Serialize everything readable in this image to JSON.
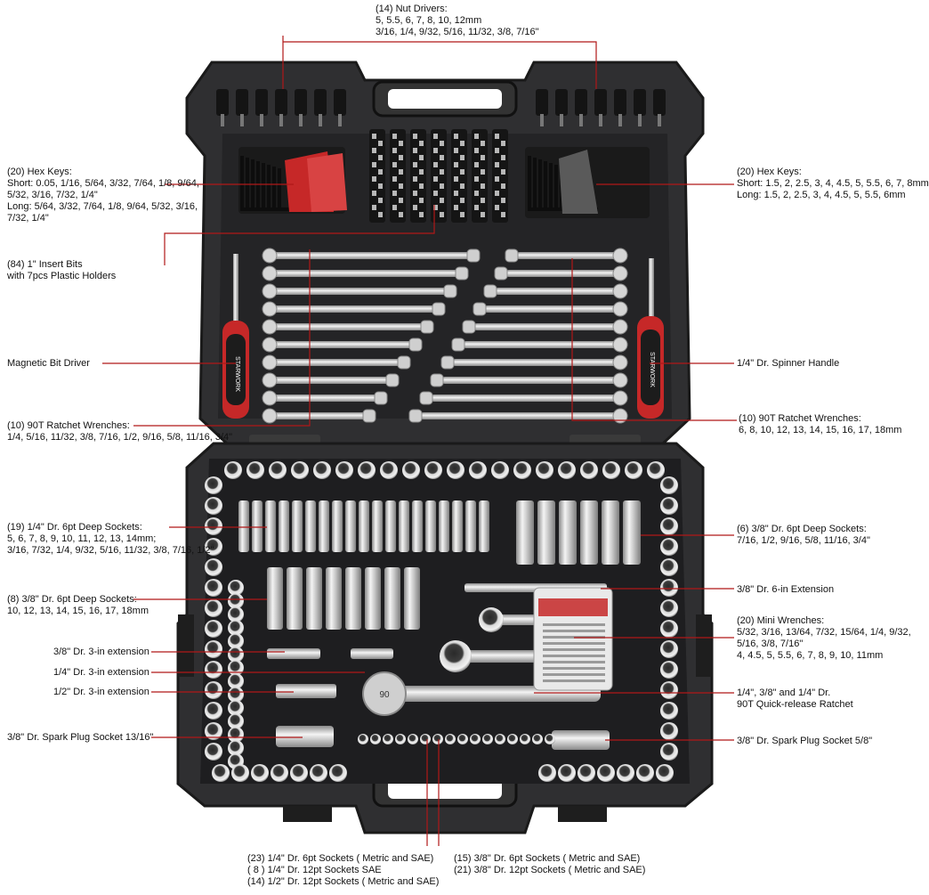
{
  "colors": {
    "case_dark": "#2b2b2d",
    "case_mid": "#3a3a3c",
    "tray": "#1c1c1e",
    "chrome": "#d8d8d8",
    "accent_red": "#c62828",
    "leader_line": "#b01818"
  },
  "labels": {
    "nut_drivers": {
      "title": "(14) Nut Drivers:",
      "line1": "5, 5.5, 6, 7, 8, 10, 12mm",
      "line2": "3/16, 1/4, 9/32, 5/16, 11/32, 3/8, 7/16\""
    },
    "hex_keys_left": {
      "title": "(20) Hex Keys:",
      "line1": "Short: 0.05, 1/16, 5/64, 3/32, 7/64, 1/8, 9/64,",
      "line2": "5/32, 3/16, 7/32, 1/4\"",
      "line3": "Long: 5/64, 3/32, 7/64, 1/8, 9/64, 5/32, 3/16,",
      "line4": "7/32, 1/4\""
    },
    "hex_keys_right": {
      "title": "(20) Hex Keys:",
      "line1": "Short: 1.5, 2, 2.5, 3, 4, 4.5, 5, 5.5, 6, 7, 8mm",
      "line2": "Long: 1.5, 2, 2.5, 3, 4, 4.5, 5, 5.5, 6mm"
    },
    "insert_bits": {
      "line1": "(84) 1\" Insert Bits",
      "line2": "with 7pcs Plastic Holders"
    },
    "magnetic_bit_driver": "Magnetic Bit Driver",
    "spinner_handle": "1/4\" Dr. Spinner Handle",
    "ratchet_wrenches_left": {
      "title": "(10) 90T Ratchet Wrenches:",
      "line1": "1/4, 5/16, 11/32, 3/8, 7/16, 1/2, 9/16, 5/8, 11/16, 3/4\""
    },
    "ratchet_wrenches_right": {
      "title": "(10) 90T Ratchet Wrenches:",
      "line1": "6, 8, 10, 12, 13, 14, 15, 16, 17, 18mm"
    },
    "deep_sockets_quarter": {
      "title": "(19) 1/4\" Dr. 6pt Deep Sockets:",
      "line1": "5, 6, 7, 8, 9, 10, 11, 12, 13, 14mm;",
      "line2": "3/16, 7/32, 1/4, 9/32, 5/16, 11/32, 3/8, 7/16, 1/2\""
    },
    "deep_sockets_3_8_sae": {
      "title": "(6) 3/8\" Dr. 6pt Deep Sockets:",
      "line1": "7/16, 1/2, 9/16, 5/8, 11/16, 3/4\""
    },
    "deep_sockets_3_8_metric": {
      "title": "(8) 3/8\" Dr. 6pt Deep Sockets:",
      "line1": "10, 12, 13, 14, 15, 16, 17, 18mm"
    },
    "extension_6in": "3/8\" Dr. 6-in Extension",
    "mini_wrenches": {
      "title": "(20) Mini Wrenches:",
      "line1": "5/32, 3/16, 13/64, 7/32, 15/64, 1/4, 9/32,",
      "line2": "5/16, 3/8, 7/16\"",
      "line3": "4, 4.5, 5, 5.5, 6, 7, 8, 9, 10, 11mm"
    },
    "ext_3in_3_8": "3/8\" Dr. 3-in extension",
    "ext_3in_1_4": "1/4\" Dr. 3-in extension",
    "ext_3in_1_2": "1/2\" Dr. 3-in extension",
    "quick_release_ratchet": {
      "line1": "1/4\", 3/8\" and 1/4\" Dr.",
      "line2": "90T Quick-release Ratchet"
    },
    "spark_plug_13_16": "3/8\" Dr. Spark Plug Socket 13/16\"",
    "spark_plug_5_8": "3/8\" Dr. Spark Plug Socket 5/8\"",
    "bottom_left": {
      "line1": "(23) 1/4\" Dr. 6pt Sockets ( Metric and SAE)",
      "line2": "( 8 ) 1/4\" Dr. 12pt Sockets SAE",
      "line3": "(14) 1/2\" Dr. 12pt Sockets ( Metric and SAE)"
    },
    "bottom_right": {
      "line1": "(15) 3/8\" Dr. 6pt Sockets ( Metric and SAE)",
      "line2": "(21) 3/8\" Dr. 12pt Sockets ( Metric and SAE)"
    }
  },
  "branding": {
    "driver_text": "STARWORK",
    "ratchet_head_text": "90"
  }
}
